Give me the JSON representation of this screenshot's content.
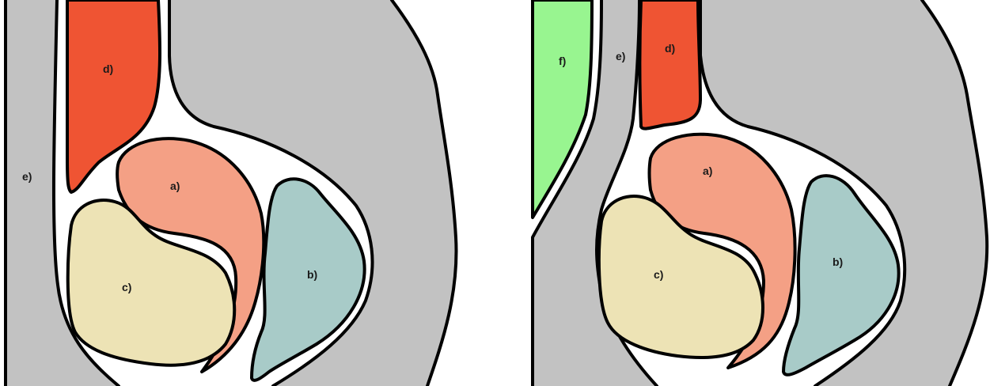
{
  "panels": [
    {
      "id": "left",
      "labels": {
        "a": "a)",
        "b": "b)",
        "c": "c)",
        "d": "d)",
        "e": "e)"
      }
    },
    {
      "id": "right",
      "labels": {
        "a": "a)",
        "b": "b)",
        "c": "c)",
        "d": "d)",
        "e": "e)",
        "f": "f)"
      }
    }
  ],
  "colors": {
    "a": "#f4a085",
    "b": "#a8cbc8",
    "c": "#ede3b5",
    "d": "#ef5433",
    "e": "#c2c2c2",
    "f": "#98f590",
    "background_tissue": "#c2c2c2",
    "cavity": "#ffffff"
  }
}
